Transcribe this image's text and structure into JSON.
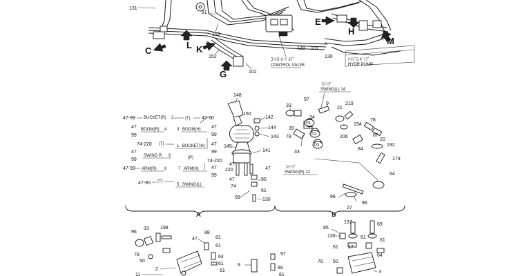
{
  "top_labels": {
    "arrows": [
      "C",
      "L",
      "K",
      "G",
      "E",
      "H",
      "M"
    ],
    "callouts": [
      "131",
      "81",
      "153",
      "152",
      "102",
      "129",
      "131",
      "130"
    ],
    "control_valve_jp": "ｺﾝﾄﾛｰﾙ ﾊﾞﾙﾌﾞ",
    "control_valve": "CONTROL VALVE",
    "right_jp": "ﾊｲﾄﾞﾛ ﾎﾟﾝﾌﾟ",
    "right_en": "HYDR PUMP"
  },
  "left_table": {
    "rows": [
      {
        "left": "47-99",
        "label": "BUCKET(R)",
        "num": "2",
        "bracket": "(T)",
        "right": "47-90"
      },
      {
        "left": "47",
        "label": "BOOM(R)",
        "num": "4",
        "bracket": "3",
        "label2": "BOOM(H)",
        "right": "47"
      },
      {
        "left": "99",
        "label": "",
        "num": "",
        "bracket": "",
        "right": "99"
      },
      {
        "left": "74-220",
        "label": "(T)",
        "num": "",
        "bracket": "1",
        "label2": "BUCKET(H)",
        "right": "47"
      },
      {
        "left": "47",
        "label": "SWING R",
        "num": "6",
        "bracket": "",
        "right": "99"
      },
      {
        "left": "99",
        "label": "",
        "num": "",
        "bracket": "(P)",
        "right": "74-220"
      },
      {
        "left": "47-99",
        "label": "ARM(R)",
        "num": "8",
        "bracket": "7",
        "label2": "ARM(H)",
        "right": "47"
      },
      {
        "left": "",
        "label": "",
        "num": "",
        "bracket": "",
        "right": "99"
      },
      {
        "left": "47-90",
        "label": "(T)",
        "num": "",
        "bracket": "5",
        "label2": "SWING(L)",
        "right": ""
      }
    ]
  },
  "center_parts": [
    "148",
    "150",
    "142",
    "144",
    "143",
    "145",
    "141",
    "47",
    "220",
    "47",
    "74",
    "90",
    "47",
    "61",
    "99",
    "130"
  ],
  "right_top": {
    "swing_l_jp": "ｽｲﾝｸﾞ",
    "swing_l": "SWING(L) 14",
    "swing_r_jp": "ｽｲﾝｸﾞ",
    "swing_r": "SWING(R) 12",
    "parts": [
      "33",
      "97",
      "9",
      "219",
      "21",
      "34",
      "78",
      "194",
      "20",
      "39",
      "206",
      "87",
      "78",
      "84",
      "192",
      "33",
      "179",
      "64",
      "96",
      "96",
      "27"
    ],
    "markers": [
      "P1",
      "P2",
      "P3"
    ]
  },
  "sections": {
    "a": "A",
    "b": "B"
  },
  "bottom_left": {
    "parts": [
      "96",
      "33",
      "198",
      "88",
      "78",
      "47",
      "81",
      "61",
      "50",
      "2",
      "11",
      "64",
      "61",
      "61",
      "8",
      "97",
      "89",
      "61"
    ]
  },
  "bottom_right": {
    "parts": [
      "137",
      "69",
      "85",
      "136",
      "17",
      "61",
      "61",
      "61",
      "78",
      "50",
      "64",
      "3"
    ]
  }
}
